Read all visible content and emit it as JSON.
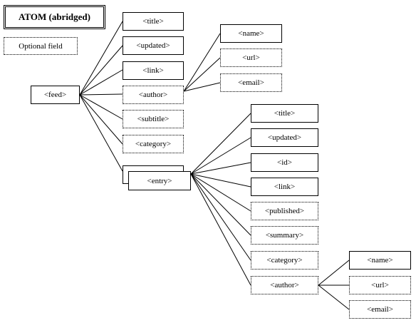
{
  "title": "ATOM (abridged)",
  "legend": {
    "optional_label": "Optional field"
  },
  "feed": {
    "label": "<feed>"
  },
  "feed_children": {
    "title": "<title>",
    "updated": "<updated>",
    "link": "<link>",
    "author": "<author>",
    "subtitle": "<subtitle>",
    "category": "<category>",
    "entry": "<entry>"
  },
  "feed_author_children": {
    "name": "<name>",
    "url": "<url>",
    "email": "<email>"
  },
  "entry_children": {
    "title": "<title>",
    "updated": "<updated>",
    "id": "<id>",
    "link": "<link>",
    "published": "<published>",
    "summary": "<summary>",
    "category": "<category>",
    "author": "<author>"
  },
  "entry_author_children": {
    "name": "<name>",
    "url": "<url>",
    "email": "<email>"
  },
  "colors": {
    "line": "#000000",
    "background": "#ffffff"
  }
}
